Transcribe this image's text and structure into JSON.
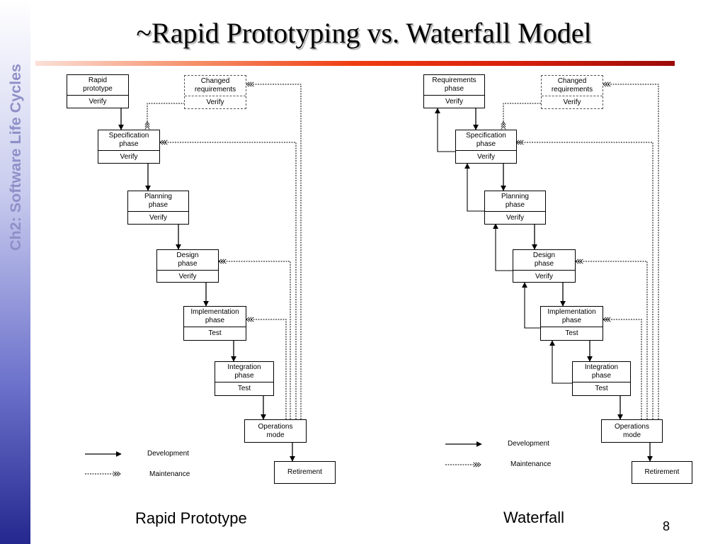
{
  "sidebar": {
    "text": "Ch2: Software Life Cycles"
  },
  "title": "~Rapid Prototyping vs. Waterfall Model",
  "page_number": "8",
  "legend": {
    "development": "Development",
    "maintenance": "Maintenance"
  },
  "rapid_prototype": {
    "caption": "Rapid Prototype",
    "boxes": {
      "prototype": {
        "name": "Rapid\nprototype",
        "step": "Verify"
      },
      "changed": {
        "name": "Changed\nrequirements",
        "step": "Verify"
      },
      "specification": {
        "name": "Specification\nphase",
        "step": "Verify"
      },
      "planning": {
        "name": "Planning\nphase",
        "step": "Verify"
      },
      "design": {
        "name": "Design\nphase",
        "step": "Verify"
      },
      "implementation": {
        "name": "Implementation\nphase",
        "step": "Test"
      },
      "integration": {
        "name": "Integration\nphase",
        "step": "Test"
      },
      "operations": {
        "name": "Operations\nmode"
      },
      "retirement": {
        "name": "Retirement"
      }
    }
  },
  "waterfall": {
    "caption": "Waterfall",
    "boxes": {
      "requirements": {
        "name": "Requirements\nphase",
        "step": "Verify"
      },
      "changed": {
        "name": "Changed\nrequirements",
        "step": "Verify"
      },
      "specification": {
        "name": "Specification\nphase",
        "step": "Verify"
      },
      "planning": {
        "name": "Planning\nphase",
        "step": "Verify"
      },
      "design": {
        "name": "Design\nphase",
        "step": "Verify"
      },
      "implementation": {
        "name": "Implementation\nphase",
        "step": "Test"
      },
      "integration": {
        "name": "Integration\nphase",
        "step": "Test"
      },
      "operations": {
        "name": "Operations\nmode"
      },
      "retirement": {
        "name": "Retirement"
      }
    }
  }
}
